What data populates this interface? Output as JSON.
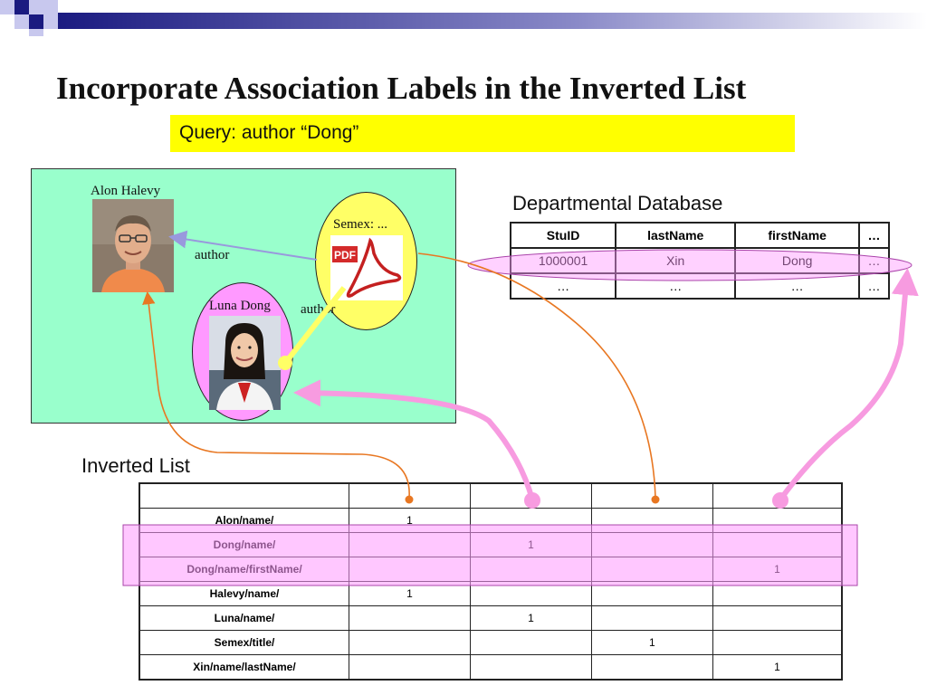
{
  "slide": {
    "title": "Incorporate Association Labels in the Inverted List",
    "query": "Query: author “Dong”"
  },
  "diagram": {
    "person1": "Alon Halevy",
    "person2": "Luna Dong",
    "paper": "Semex: ...",
    "edge1": "author",
    "edge2": "author",
    "pdf_icon_text": "PDF"
  },
  "dept": {
    "title": "Departmental Database",
    "headers": [
      "StuID",
      "lastName",
      "firstName",
      "…"
    ],
    "rows": [
      [
        "1000001",
        "Xin",
        "Dong",
        "…"
      ],
      [
        "…",
        "…",
        "…",
        "…"
      ]
    ]
  },
  "inverted": {
    "title": "Inverted List",
    "rows": [
      {
        "label": "Alon/name/",
        "cells": [
          "1",
          "",
          "",
          ""
        ]
      },
      {
        "label": "Dong/name/",
        "cells": [
          "",
          "1",
          "",
          ""
        ]
      },
      {
        "label": "Dong/name/firstName/",
        "cells": [
          "",
          "",
          "",
          "1"
        ]
      },
      {
        "label": "Halevy/name/",
        "cells": [
          "1",
          "",
          "",
          ""
        ]
      },
      {
        "label": "Luna/name/",
        "cells": [
          "",
          "1",
          "",
          ""
        ]
      },
      {
        "label": "Semex/title/",
        "cells": [
          "",
          "",
          "1",
          ""
        ]
      },
      {
        "label": "Xin/name/lastName/",
        "cells": [
          "",
          "",
          "",
          "1"
        ]
      }
    ]
  },
  "colors": {
    "query_bg": "#ffff00",
    "graph_bg": "#99ffcc",
    "highlight_pink": "#ff99ff",
    "arrow_orange": "#e87722",
    "arrow_pink": "#f79be0",
    "edge_blue": "#9999dd",
    "edge_yellow": "#ffff66"
  }
}
